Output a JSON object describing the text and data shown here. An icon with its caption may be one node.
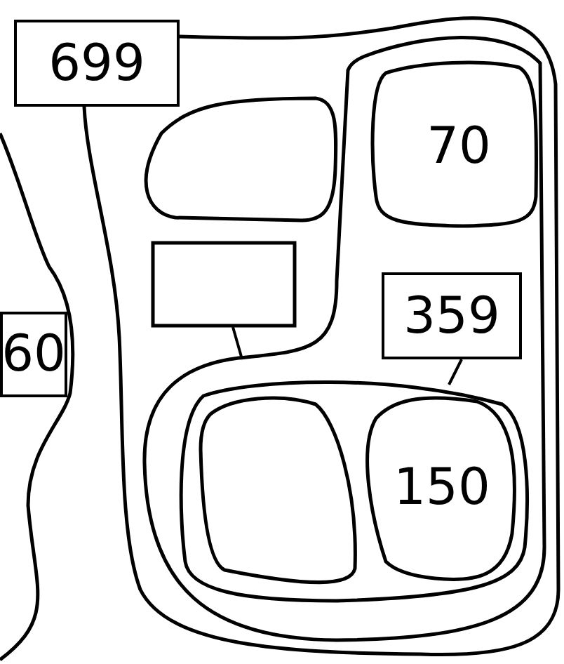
{
  "diagram": {
    "nodes": [
      {
        "text": [
          "60"
        ]
      },
      {
        "text": [
          "699"
        ]
      },
      {
        "text": [],
        "shape": "box",
        "in": 1
      },
      {
        "text": [],
        "shape": "box",
        "in": 1
      },
      {
        "text": [
          "70"
        ],
        "in": 3
      },
      {
        "text": [],
        "shape": "box",
        "in": 1
      },
      {
        "text": [
          "359"
        ],
        "in": 3
      },
      {
        "text": [],
        "shape": "box",
        "in": 3
      },
      {
        "text": [],
        "shape": "box",
        "in": 7
      },
      {
        "text": [
          "150"
        ],
        "in": 7
      }
    ],
    "edges": [
      {
        "from": 5,
        "to": 3,
        "arrow": "none"
      },
      {
        "from": 6,
        "to": 7,
        "arrow": "none"
      }
    ]
  }
}
